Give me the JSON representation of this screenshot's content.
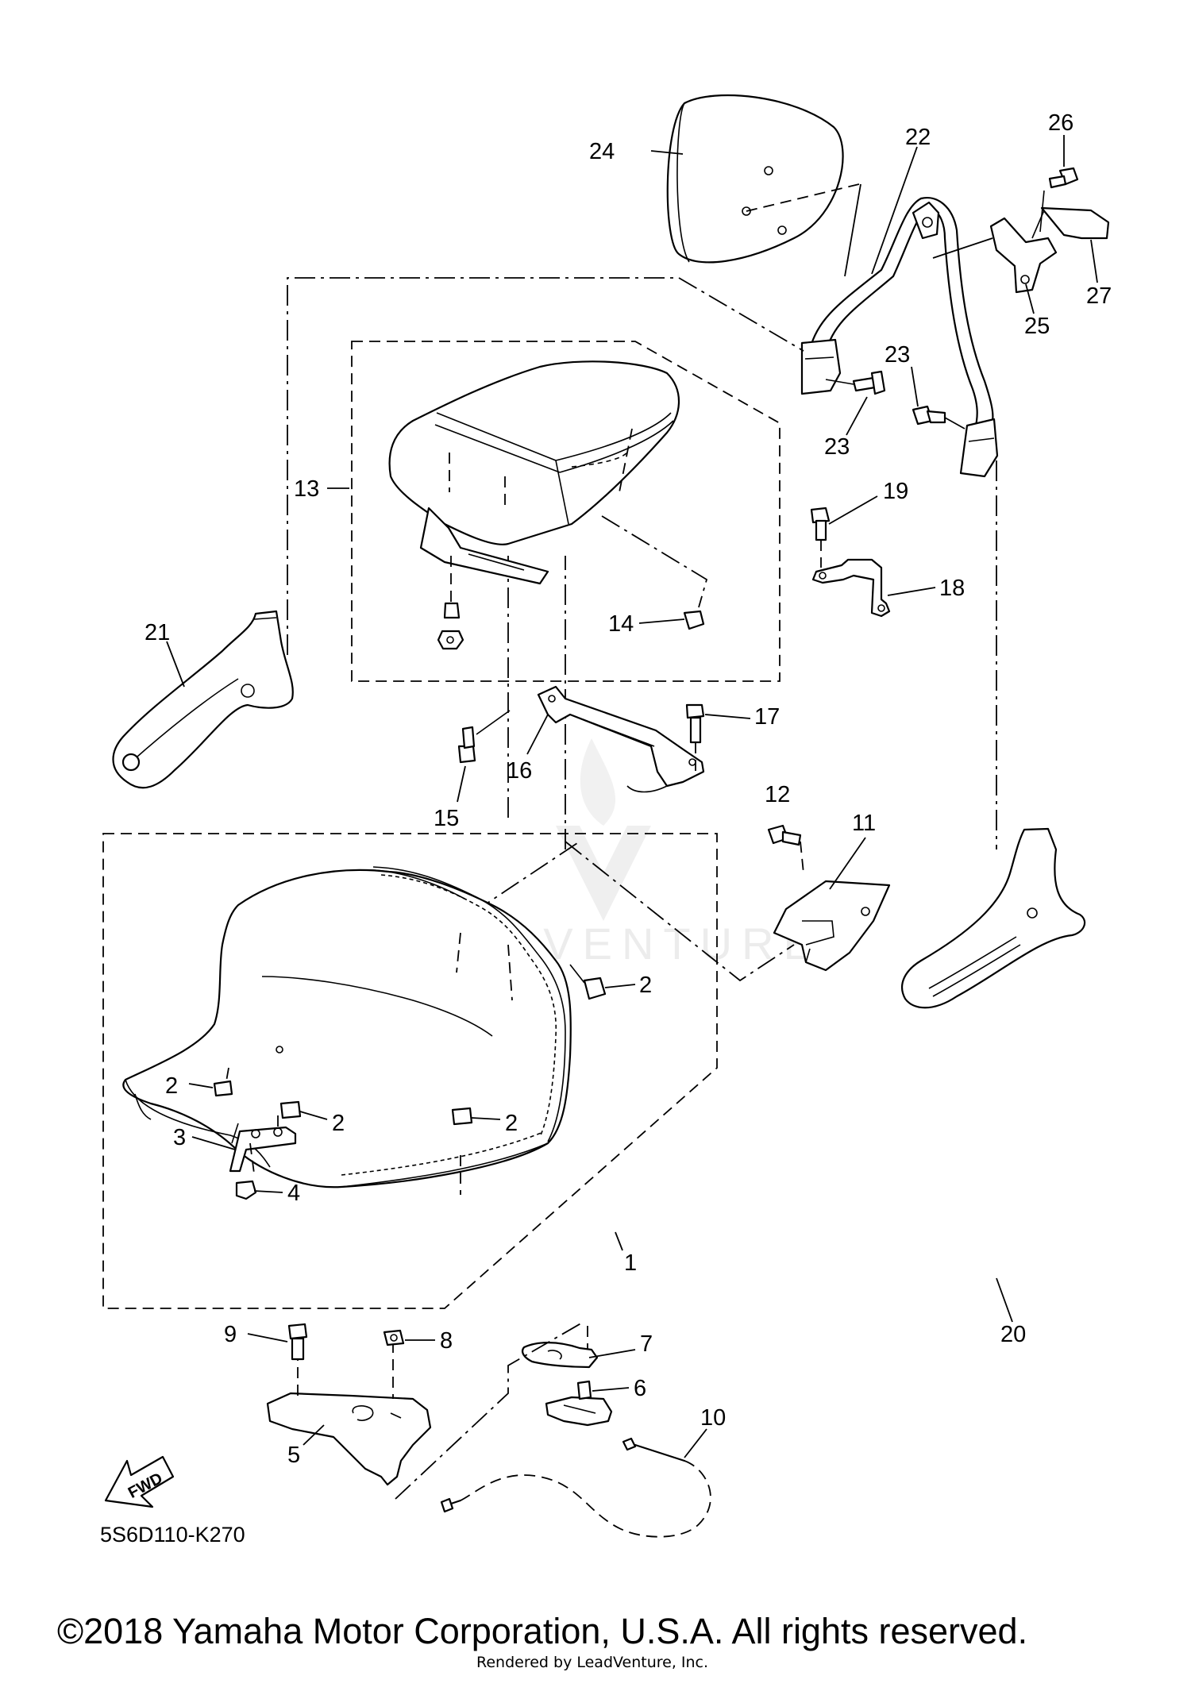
{
  "diagram": {
    "code": "5S6D110-K270",
    "fwd_label": "FWD",
    "copyright": "©2018 Yamaha Motor Corporation, U.S.A. All rights reserved.",
    "rendered_by": "Rendered by LeadVenture, Inc.",
    "watermark": "LEADVENTURE"
  },
  "callouts": [
    {
      "id": "c1",
      "label": "1"
    },
    {
      "id": "c2a",
      "label": "2"
    },
    {
      "id": "c2b",
      "label": "2"
    },
    {
      "id": "c2c",
      "label": "2"
    },
    {
      "id": "c2d",
      "label": "2"
    },
    {
      "id": "c3",
      "label": "3"
    },
    {
      "id": "c4",
      "label": "4"
    },
    {
      "id": "c5",
      "label": "5"
    },
    {
      "id": "c6",
      "label": "6"
    },
    {
      "id": "c7",
      "label": "7"
    },
    {
      "id": "c8",
      "label": "8"
    },
    {
      "id": "c9",
      "label": "9"
    },
    {
      "id": "c10",
      "label": "10"
    },
    {
      "id": "c11",
      "label": "11"
    },
    {
      "id": "c12",
      "label": "12"
    },
    {
      "id": "c13",
      "label": "13"
    },
    {
      "id": "c14",
      "label": "14"
    },
    {
      "id": "c15",
      "label": "15"
    },
    {
      "id": "c16",
      "label": "16"
    },
    {
      "id": "c17",
      "label": "17"
    },
    {
      "id": "c18",
      "label": "18"
    },
    {
      "id": "c19",
      "label": "19"
    },
    {
      "id": "c20",
      "label": "20"
    },
    {
      "id": "c21",
      "label": "21"
    },
    {
      "id": "c22",
      "label": "22"
    },
    {
      "id": "c23a",
      "label": "23"
    },
    {
      "id": "c23b",
      "label": "23"
    },
    {
      "id": "c24",
      "label": "24"
    },
    {
      "id": "c25",
      "label": "25"
    },
    {
      "id": "c26",
      "label": "26"
    },
    {
      "id": "c27",
      "label": "27"
    }
  ]
}
